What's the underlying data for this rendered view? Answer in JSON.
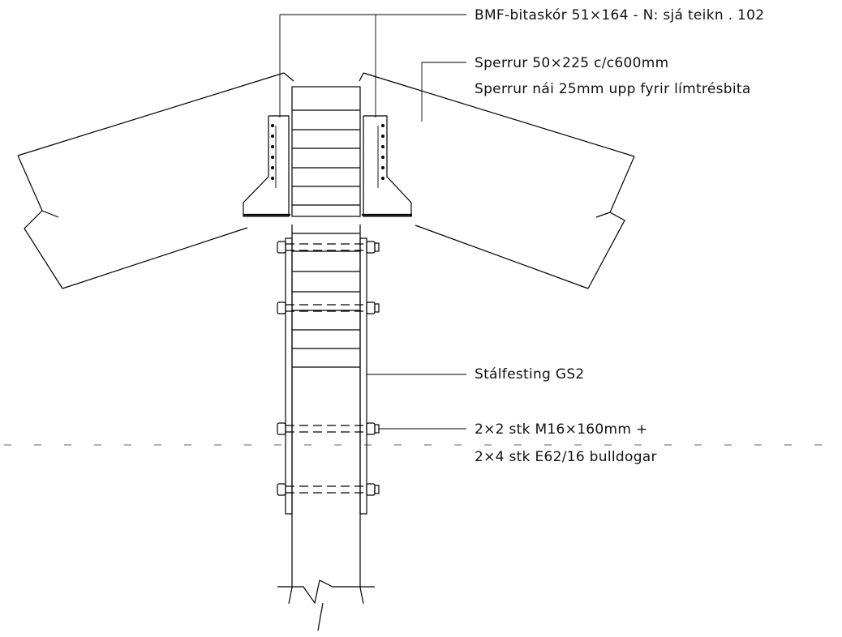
{
  "labels": {
    "bracket_shoe": "BMF-bitaskór 51×164 - N: sjá teikn . 102",
    "rafter_line1": "Sperrur 50×225 c/c600mm",
    "rafter_line2": "Sperrur nái 25mm upp fyrir límtrésbita",
    "steel_fitting": "Stálfesting GS2",
    "bolts_line1": "2×2 stk M16×160mm +",
    "bolts_line2": "2×4 stk E62/16 bulldogar"
  }
}
